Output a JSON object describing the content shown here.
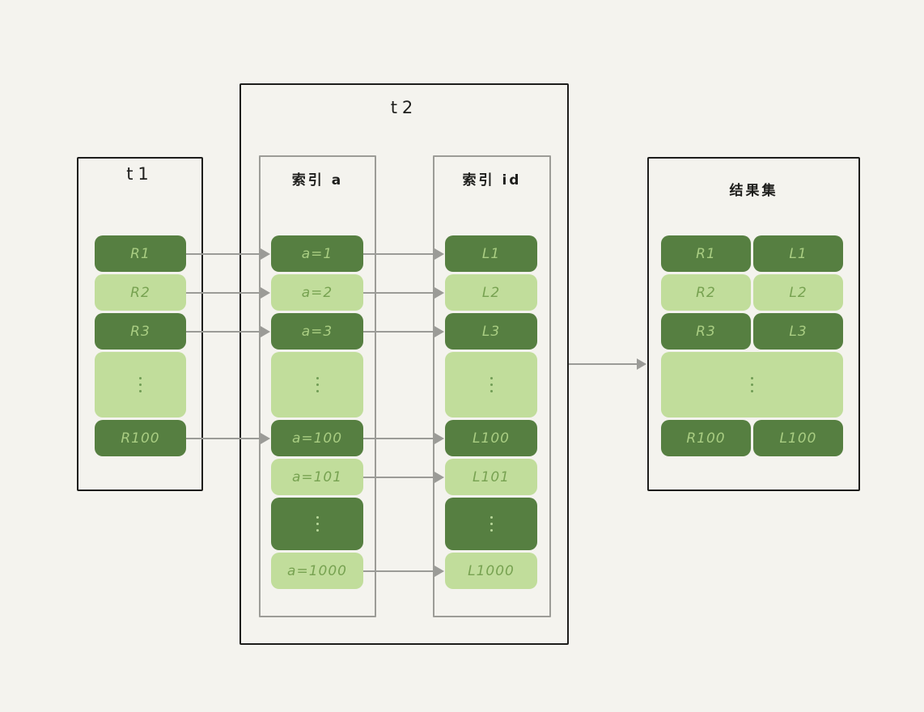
{
  "canvas": {
    "background": "#f4f3ee"
  },
  "colors": {
    "dark_green_fill": "#567f41",
    "light_green_fill": "#c1dd9b",
    "text_on_dark": "#a9cd82",
    "text_on_light": "#77a251",
    "outer_border": "#1d1d1b",
    "inner_border": "#9c9c97",
    "arrow": "#9b9b97"
  },
  "tables": {
    "t1": {
      "title": "t1",
      "rows": [
        {
          "label": "R1",
          "variant": "dark"
        },
        {
          "label": "R2",
          "variant": "light"
        },
        {
          "label": "R3",
          "variant": "dark"
        },
        {
          "label": "⋮",
          "variant": "light",
          "type": "dots"
        },
        {
          "label": "R100",
          "variant": "dark"
        }
      ]
    },
    "t2": {
      "title": "t2",
      "index_a": {
        "title": "索引 a",
        "rows": [
          {
            "label": "a=1",
            "variant": "dark"
          },
          {
            "label": "a=2",
            "variant": "light"
          },
          {
            "label": "a=3",
            "variant": "dark"
          },
          {
            "label": "⋮",
            "variant": "light",
            "type": "dots"
          },
          {
            "label": "a=100",
            "variant": "dark"
          },
          {
            "label": "a=101",
            "variant": "light"
          },
          {
            "label": "⋮",
            "variant": "dark",
            "type": "dots"
          },
          {
            "label": "a=1000",
            "variant": "light"
          }
        ]
      },
      "index_id": {
        "title": "索引 id",
        "rows": [
          {
            "label": "L1",
            "variant": "dark"
          },
          {
            "label": "L2",
            "variant": "light"
          },
          {
            "label": "L3",
            "variant": "dark"
          },
          {
            "label": "⋮",
            "variant": "light",
            "type": "dots"
          },
          {
            "label": "L100",
            "variant": "dark"
          },
          {
            "label": "L101",
            "variant": "light"
          },
          {
            "label": "⋮",
            "variant": "dark",
            "type": "dots"
          },
          {
            "label": "L1000",
            "variant": "light"
          }
        ]
      }
    },
    "result": {
      "title": "结果集",
      "rows": [
        {
          "left": "R1",
          "right": "L1",
          "variant": "dark"
        },
        {
          "left": "R2",
          "right": "L2",
          "variant": "light"
        },
        {
          "left": "R3",
          "right": "L3",
          "variant": "dark"
        },
        {
          "label": "⋮",
          "variant": "light",
          "type": "dots"
        },
        {
          "left": "R100",
          "right": "L100",
          "variant": "dark"
        }
      ]
    }
  },
  "links": {
    "t1_to_index_a_row_indices": [
      0,
      1,
      2,
      4
    ],
    "index_a_to_index_id_row_indices": [
      0,
      1,
      2,
      4,
      5,
      7
    ],
    "t2_to_result": true
  }
}
